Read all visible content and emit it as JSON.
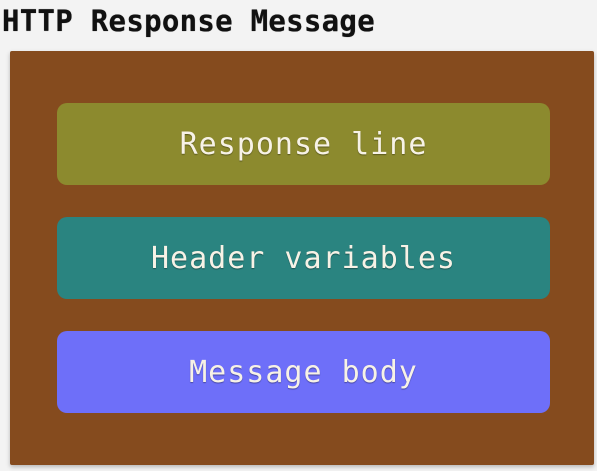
{
  "title": "HTTP Response Message",
  "colors": {
    "frame": "#854b1e",
    "response_line": "#8c8a2e",
    "header_variables": "#2a8480",
    "message_body": "#6e6ff9"
  },
  "blocks": [
    {
      "label": "Response line"
    },
    {
      "label": "Header variables"
    },
    {
      "label": "Message body"
    }
  ]
}
